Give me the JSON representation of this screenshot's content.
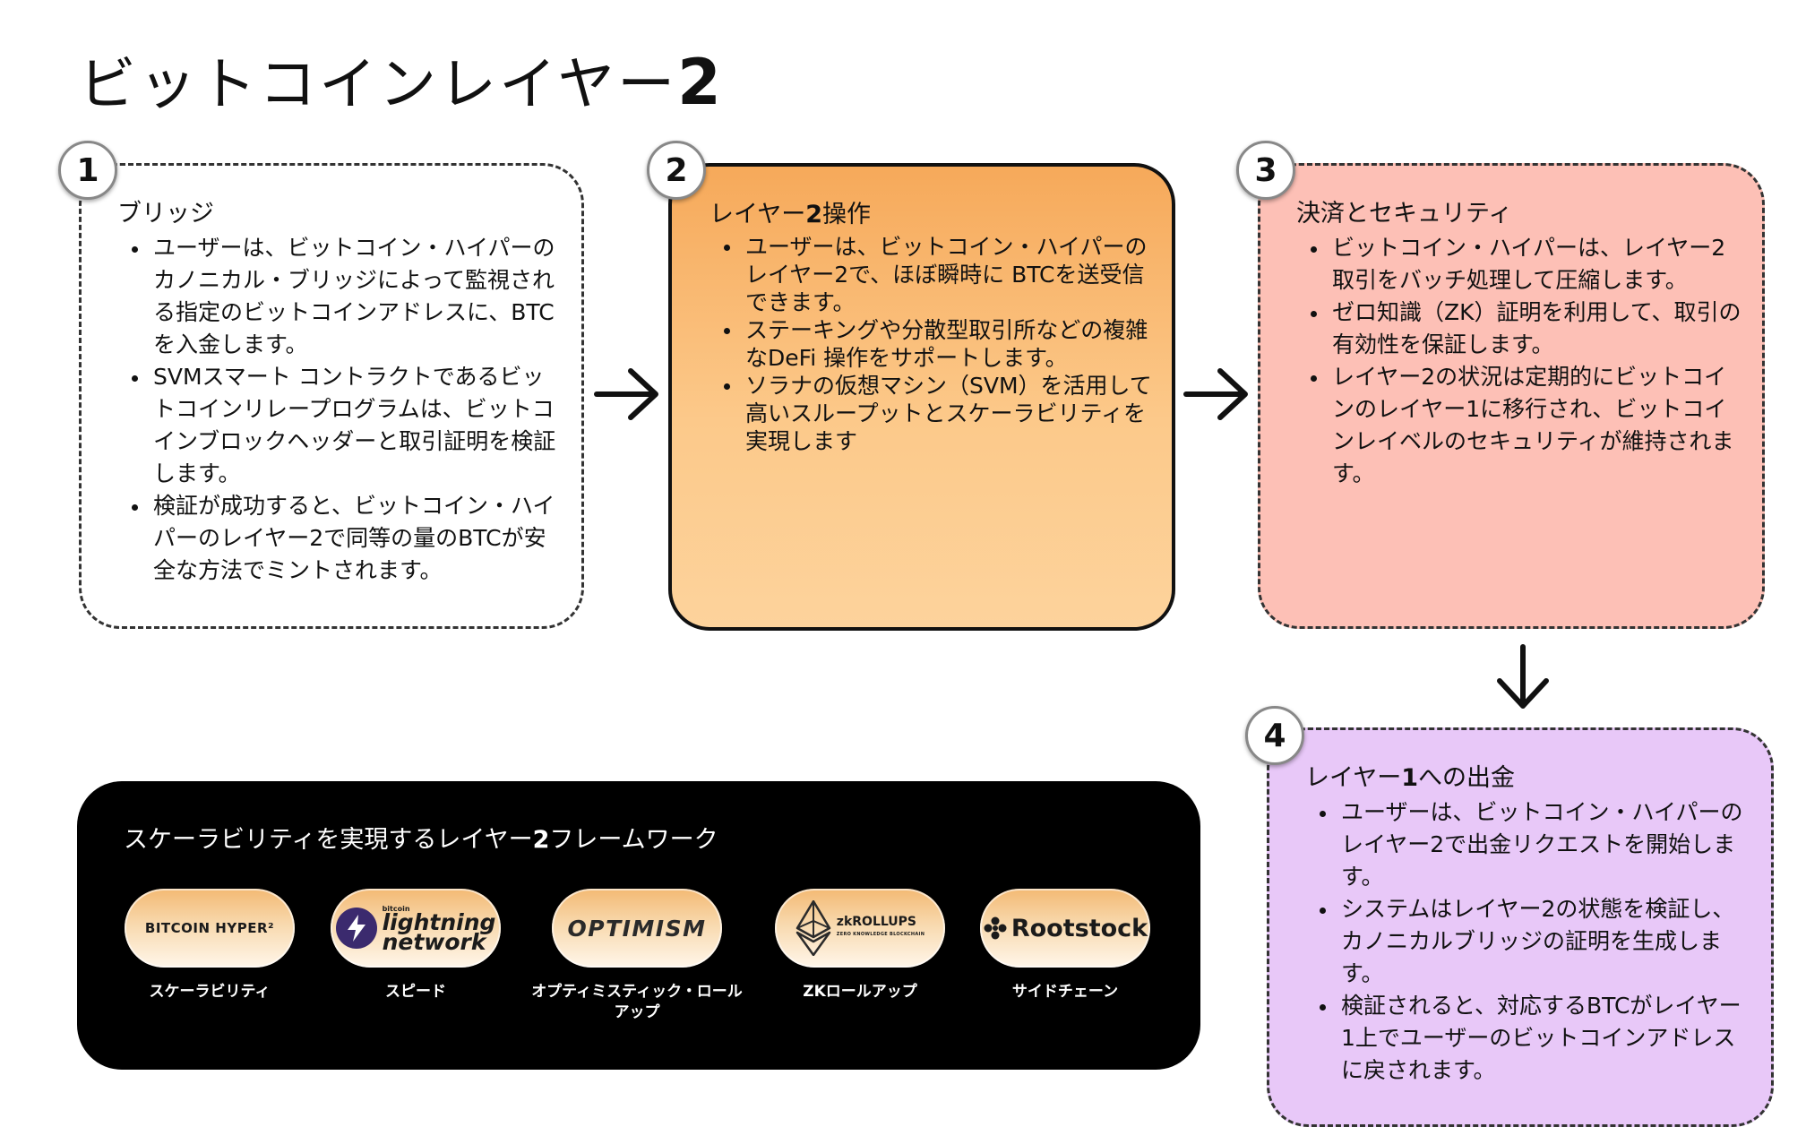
{
  "title": {
    "text": "ビットコインレイヤー",
    "num": "2"
  },
  "steps": [
    {
      "badge": "1",
      "title": "ブリッジ",
      "bullets": [
        "ユーザーは、ビットコイン・ハイパーのカノニカル・ブリッジによって監視される指定のビットコインアドレスに、BTCを入金します。",
        "SVMスマート コントラクトであるビットコインリレープログラムは、ビットコインブロックヘッダーと取引証明を検証します。",
        "検証が成功すると、ビットコイン・ハイパーのレイヤー2で同等の量のBTCが安全な方法でミントされます。"
      ]
    },
    {
      "badge": "2",
      "title_pre": "レイヤー",
      "title_num": "2",
      "title_post": "操作",
      "bullets": [
        "ユーザーは、ビットコイン・ハイパーのレイヤー2で、ほぼ瞬時に BTCを送受信できます。",
        "ステーキングや分散型取引所などの複雑なDeFi 操作をサポートします。",
        "ソラナの仮想マシン（SVM）を活用して高いスループットとスケーラビリティを実現します"
      ]
    },
    {
      "badge": "3",
      "title": "決済とセキュリティ",
      "bullets": [
        "ビットコイン・ハイパーは、レイヤー2取引をバッチ処理して圧縮します。",
        "ゼロ知識（ZK）証明を利用して、取引の有効性を保証します。",
        "レイヤー2の状況は定期的にビットコインのレイヤー1に移行され、ビットコインレイベルのセキュリティが維持されます。"
      ]
    },
    {
      "badge": "4",
      "title_pre": "レイヤー",
      "title_num": "1",
      "title_post": "への出金",
      "bullets": [
        "ユーザーは、ビットコイン・ハイパーのレイヤー2で出金リクエストを開始します。",
        "システムはレイヤー2の状態を検証し、カノニカルブリッジの証明を生成します。",
        "検証されると、対応するBTCがレイヤー1上でユーザーのビットコインアドレスに戻されます。"
      ]
    }
  ],
  "frameworks": {
    "title_pre": "スケーラビリティを実現するレイヤー",
    "title_num": "2",
    "title_post": "フレームワーク",
    "items": [
      {
        "logo": "BITCOIN HYPER²",
        "caption": "スケーラビリティ"
      },
      {
        "logo_small": "bitcoin",
        "logo_line1": "lightning",
        "logo_line2": "network",
        "caption": "スピード"
      },
      {
        "logo": "OPTIMISM",
        "caption": "オプティミスティック・ロールアップ"
      },
      {
        "logo": "zkROLLUPS",
        "logo_sub": "ZERO KNOWLEDGE BLOCKCHAIN",
        "caption": "ZKロールアップ"
      },
      {
        "logo": "Rootstock",
        "caption": "サイドチェーン"
      }
    ]
  },
  "colors": {
    "step2_top": "#f6a95a",
    "step2_bottom": "#fdd39c",
    "step3": "#fdc0b6",
    "step4": "#e8c8f8",
    "panel": "#000000"
  }
}
